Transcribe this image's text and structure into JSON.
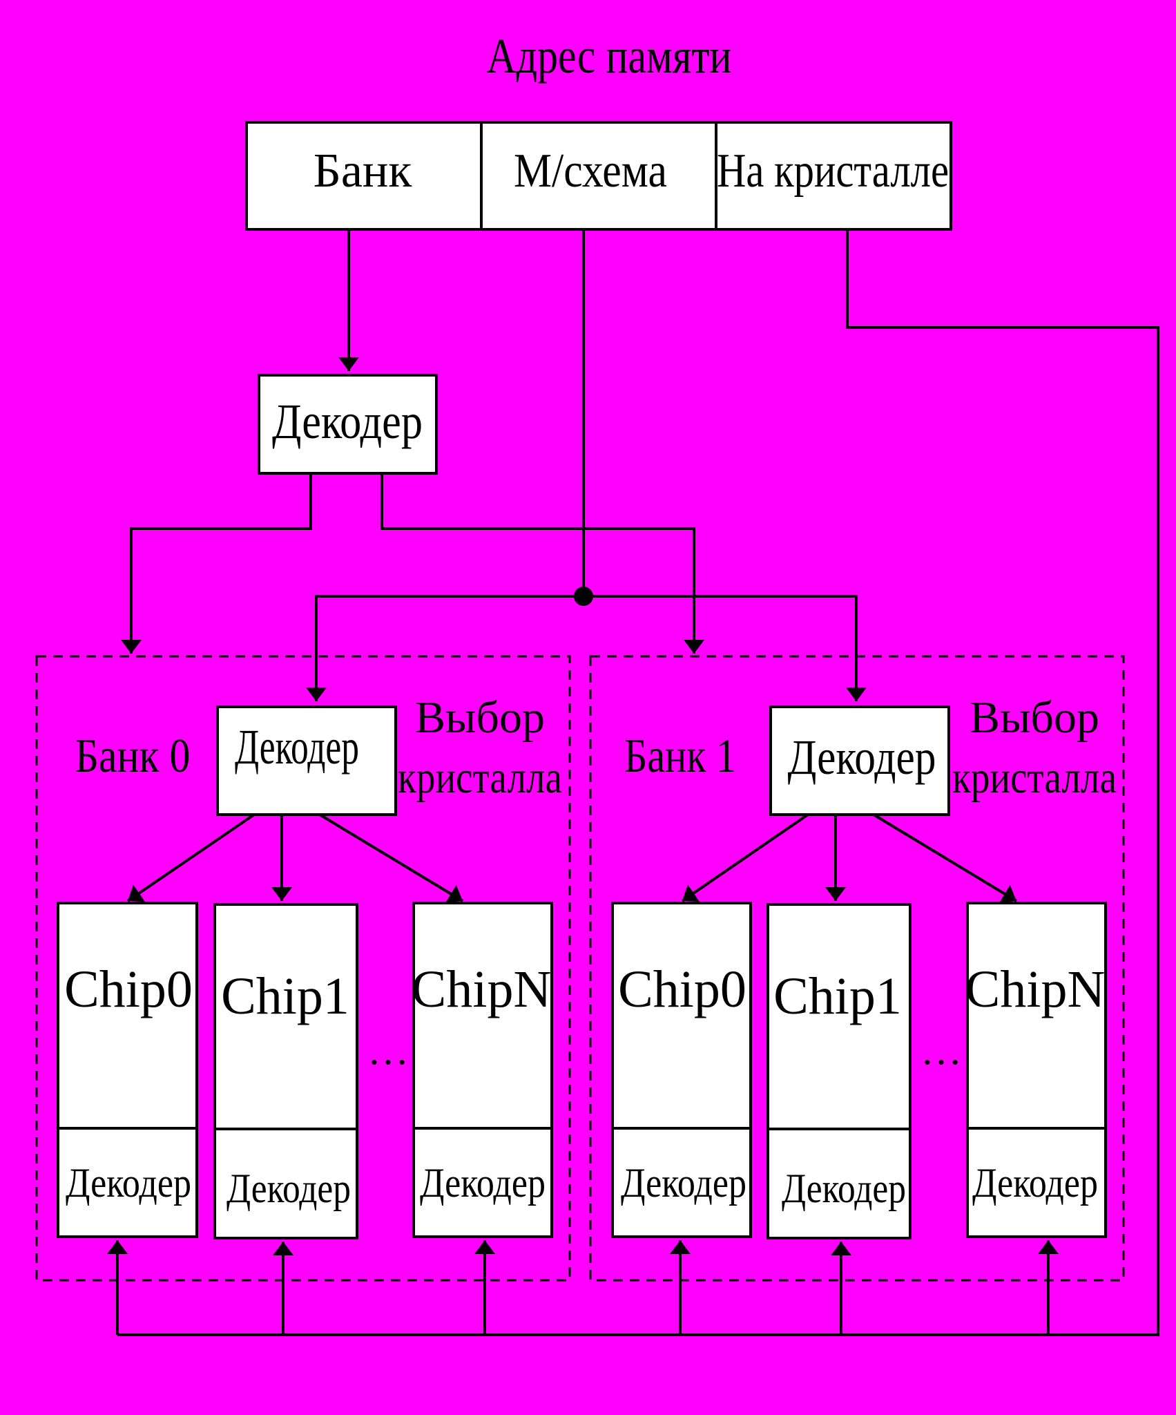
{
  "title": "Адрес памяти",
  "address_fields": [
    "Банк",
    "М/схема",
    "На кристалле"
  ],
  "decoder_label": "Декодер",
  "banks": [
    {
      "label": "Банк 0",
      "decoder": "Декодер",
      "select_line1": "Выбор",
      "select_line2": "кристалла",
      "chips": [
        {
          "name": "Chip0",
          "decoder": "Декодер"
        },
        {
          "name": "Chip1",
          "decoder": "Декодер"
        },
        {
          "name": "ChipN",
          "decoder": "Декодер"
        }
      ],
      "ellipsis": "…"
    },
    {
      "label": "Банк 1",
      "decoder": "Декодер",
      "select_line1": "Выбор",
      "select_line2": "кристалла",
      "chips": [
        {
          "name": "Chip0",
          "decoder": "Декодер"
        },
        {
          "name": "Chip1",
          "decoder": "Декодер"
        },
        {
          "name": "ChipN",
          "decoder": "Декодер"
        }
      ],
      "ellipsis": "…"
    }
  ],
  "colors": {
    "background": "#ff00ff",
    "box_fill": "#ffffff",
    "stroke": "#000000"
  }
}
